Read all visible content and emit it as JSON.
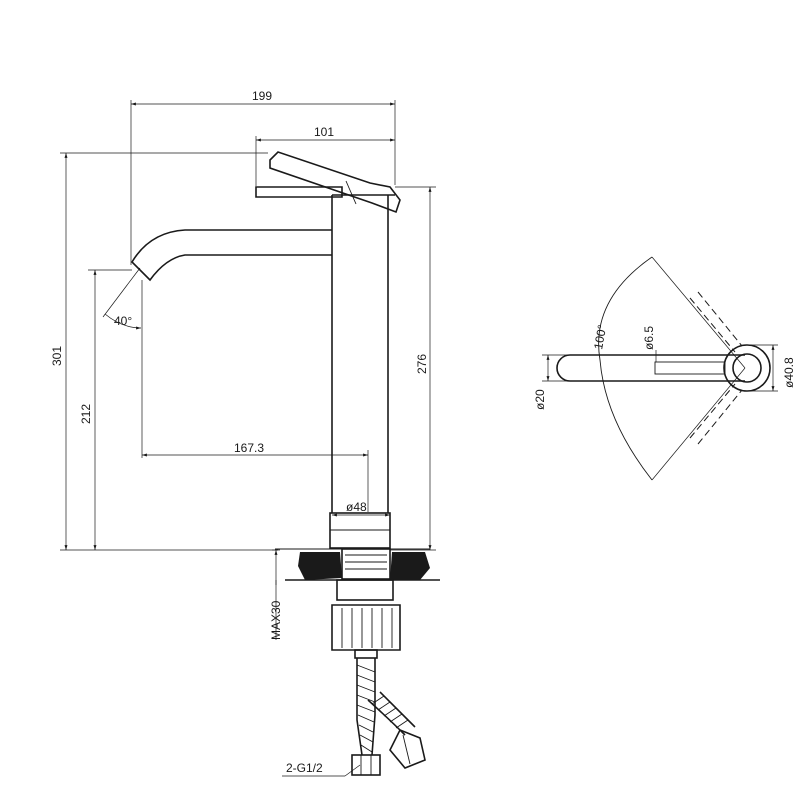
{
  "dimensions": {
    "overall_reach": "199",
    "handle_reach": "101",
    "total_height": "301",
    "body_height": "276",
    "spout_height": "212",
    "spout_reach": "167.3",
    "base_diameter": "ø48",
    "spout_angle": "40°",
    "max_deck_thickness": "MAX30",
    "connection": "2-G1/2"
  },
  "top_view": {
    "rotation_angle": "100°",
    "lever_slot": "ø6.5",
    "lever_diameter": "ø20",
    "body_diameter": "ø40.8"
  }
}
